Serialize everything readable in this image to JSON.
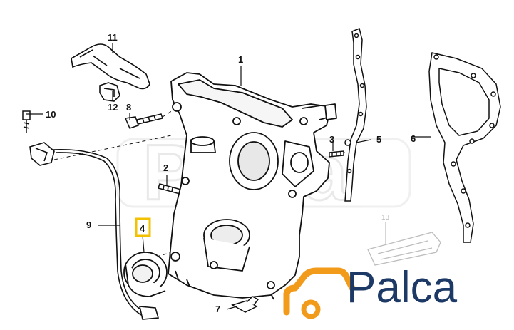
{
  "diagram": {
    "callouts": [
      {
        "id": "1",
        "text": "1"
      },
      {
        "id": "2",
        "text": "2"
      },
      {
        "id": "3",
        "text": "3"
      },
      {
        "id": "4",
        "text": "4",
        "highlighted": true
      },
      {
        "id": "5",
        "text": "5"
      },
      {
        "id": "6",
        "text": "6"
      },
      {
        "id": "7",
        "text": "7"
      },
      {
        "id": "8",
        "text": "8"
      },
      {
        "id": "9",
        "text": "9"
      },
      {
        "id": "10",
        "text": "10"
      },
      {
        "id": "11",
        "text": "11"
      },
      {
        "id": "12",
        "text": "12"
      },
      {
        "id": "13",
        "text": "13"
      }
    ],
    "highlight_color": "#f2c200",
    "line_color": "#111111"
  },
  "logo": {
    "text": "Palca",
    "text_color": "#1d3a66",
    "car_color": "#f29a1a"
  }
}
